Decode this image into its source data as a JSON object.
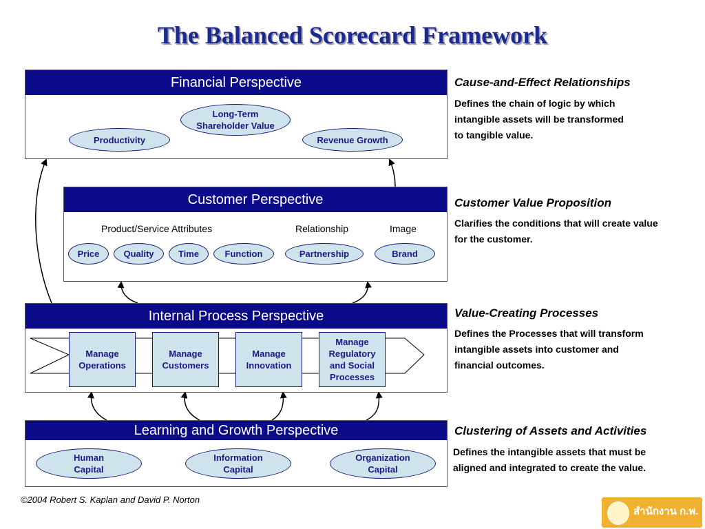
{
  "title": "The Balanced Scorecard Framework",
  "financial": {
    "header": "Financial Perspective",
    "center": "Long-Term\nShareholder Value",
    "left": "Productivity",
    "right": "Revenue Growth"
  },
  "customer": {
    "header": "Customer Perspective",
    "label_attributes": "Product/Service Attributes",
    "label_relationship": "Relationship",
    "label_image": "Image",
    "items": [
      "Price",
      "Quality",
      "Time",
      "Function",
      "Partnership",
      "Brand"
    ]
  },
  "internal": {
    "header": "Internal Process Perspective",
    "processes": [
      "Manage\nOperations",
      "Manage\nCustomers",
      "Manage\nInnovation",
      "Manage\nRegulatory\nand Social\nProcesses"
    ]
  },
  "learning": {
    "header": "Learning and Growth Perspective",
    "items": [
      "Human\nCapital",
      "Information\nCapital",
      "Organization\nCapital"
    ]
  },
  "side": [
    {
      "heading": "Cause-and-Effect Relationships",
      "text": "Defines the chain of logic by which\nintangible assets will be transformed\nto tangible value."
    },
    {
      "heading": "Customer Value Proposition",
      "text": "Clarifies the conditions that will create value\nfor the customer."
    },
    {
      "heading": "Value-Creating Processes",
      "text": "Defines the Processes that will transform\nintangible assets into customer and\nfinancial outcomes."
    },
    {
      "heading": "Clustering of Assets and Activities",
      "text": "Defines the intangible assets that must be\naligned and integrated to create the value."
    }
  ],
  "footer": "©2004 Robert S. Kaplan and David P. Norton",
  "logo_text": "สำนักงาน ก.พ."
}
